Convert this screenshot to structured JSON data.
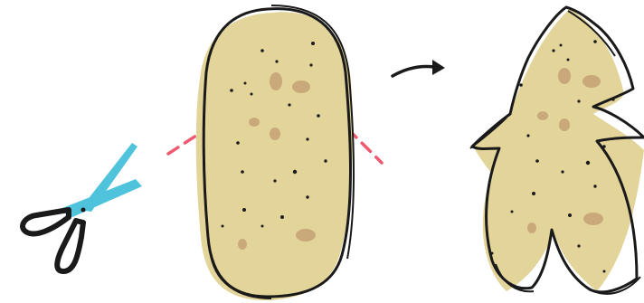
{
  "illustration": {
    "steps": [
      {
        "id": "scissors",
        "icon": "scissors-icon",
        "handle_color": "#1f1f1f"
      },
      {
        "id": "uncut-dough",
        "icon": "dough-oval-icon"
      },
      {
        "id": "arrow",
        "icon": "curved-arrow-icon"
      },
      {
        "id": "cut-dough",
        "icon": "dough-tree-shape-icon"
      }
    ],
    "colors": {
      "dough_fill": "#e3d49a",
      "dough_spot": "#c9a97a",
      "outline": "#1a1a1a",
      "cut_line": "#ef5a73",
      "scissors_blade": "#4fc2dc",
      "background": "#ffffff"
    }
  }
}
